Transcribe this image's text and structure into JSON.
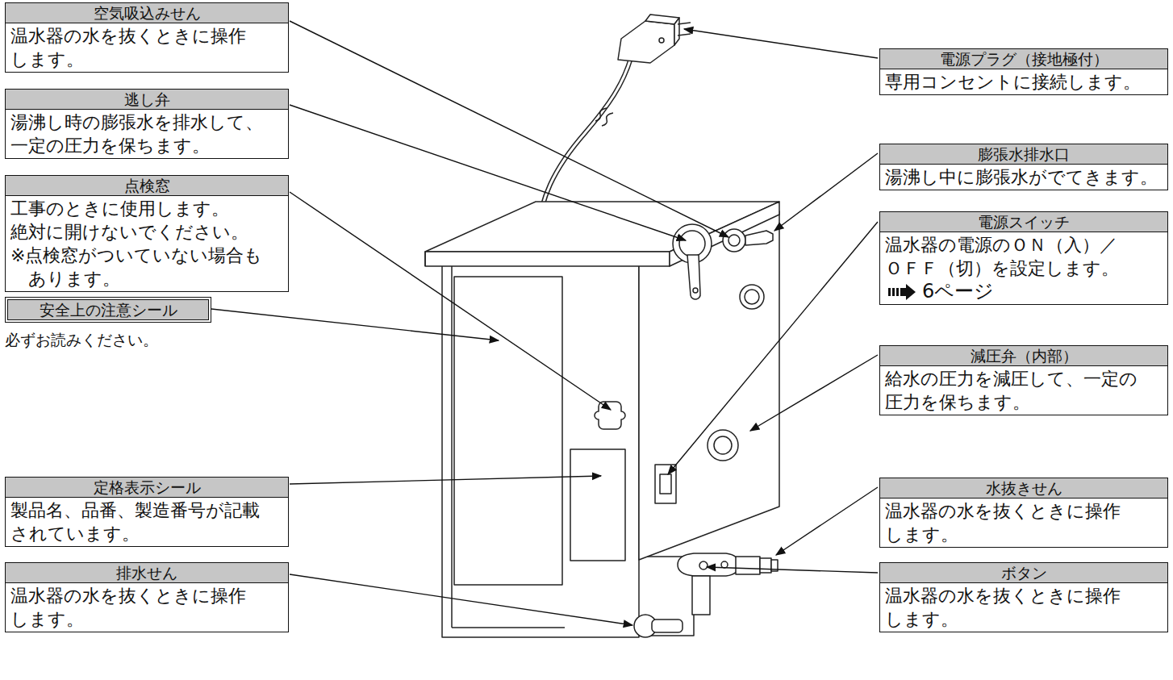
{
  "diagram": {
    "nodes": [
      {
        "text": [
          "空気吸込みせん",
          "温水器の水を抜くときに操作 します。"
        ]
      },
      {
        "text": [
          "逃し弁",
          "湯沸し時の膨張水を排水して、 一定の圧力を保ちます。"
        ]
      },
      {
        "text": [
          "点検窓",
          "工事のときに使用します。",
          "絶対に開けないでください。",
          "※点検窓がついていない場合も あります。"
        ]
      },
      {
        "text": [
          "安全上の注意シール",
          "必ずお読みください。"
        ]
      },
      {
        "text": [
          "定格表示シール",
          "製品名、品番、製造番号が記載 されています。"
        ]
      },
      {
        "text": [
          "排水せん",
          "温水器の水を抜くときに操作 します。"
        ]
      },
      {
        "text": [
          "電源プラグ（接地極付）",
          "専用コンセントに接続します。"
        ]
      },
      {
        "text": [
          "膨張水排水口",
          "湯沸し中に膨張水がでてきます。"
        ]
      },
      {
        "text": [
          "電源スイッチ",
          "温水器の電源のＯＮ（入）／ ＯＦＦ（切）を設定します。",
          "6ページ"
        ]
      },
      {
        "text": [
          "減圧弁（内部）",
          "給水の圧力を減圧して、一定の 圧力を保ちます。"
        ]
      },
      {
        "text": [
          "水抜きせん",
          "温水器の水を抜くときに操作 します。"
        ]
      },
      {
        "text": [
          "ボタン",
          "温水器の水を抜くときに操作 します。"
        ]
      }
    ]
  }
}
